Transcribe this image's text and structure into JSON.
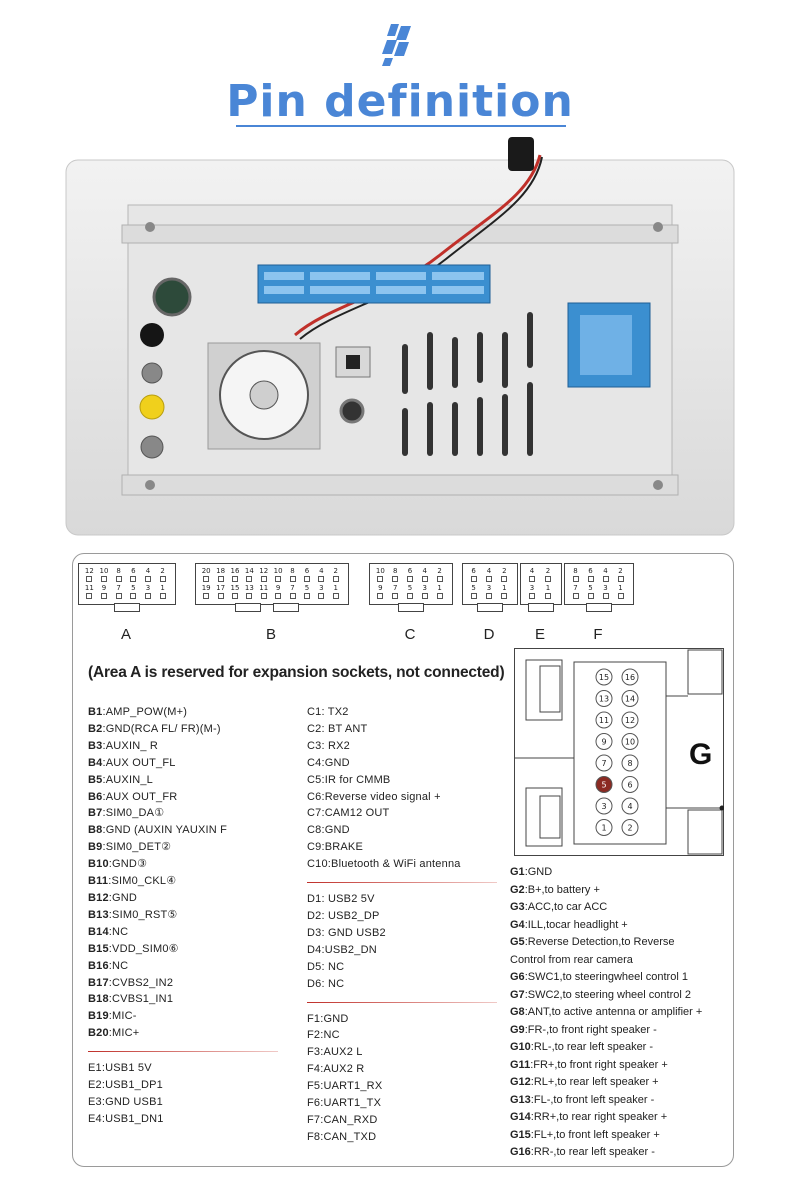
{
  "header": {
    "title": "Pin definition"
  },
  "connectors": [
    {
      "label": "A",
      "top": [
        "12",
        "10",
        "8",
        "6",
        "4",
        "2"
      ],
      "bottom": [
        "11",
        "9",
        "7",
        "5",
        "3",
        "1"
      ]
    },
    {
      "label": "B",
      "top": [
        "20",
        "18",
        "16",
        "14",
        "12",
        "10",
        "8",
        "6",
        "4",
        "2"
      ],
      "bottom": [
        "19",
        "17",
        "15",
        "13",
        "11",
        "9",
        "7",
        "5",
        "3",
        "1"
      ]
    },
    {
      "label": "C",
      "top": [
        "10",
        "8",
        "6",
        "4",
        "2"
      ],
      "bottom": [
        "9",
        "7",
        "5",
        "3",
        "1"
      ]
    },
    {
      "label": "D",
      "top": [
        "6",
        "4",
        "2"
      ],
      "bottom": [
        "5",
        "3",
        "1"
      ]
    },
    {
      "label": "E",
      "top": [
        "4",
        "2"
      ],
      "bottom": [
        "3",
        "1"
      ]
    },
    {
      "label": "F",
      "top": [
        "8",
        "6",
        "4",
        "2"
      ],
      "bottom": [
        "7",
        "5",
        "3",
        "1"
      ]
    }
  ],
  "note": "(Area A is reserved for expansion sockets, not connected)",
  "b_pins": [
    {
      "id": "B1",
      "desc": ":AMP_POW(M+)"
    },
    {
      "id": "B2",
      "desc": ":GND(RCA FL/ FR)(M-)"
    },
    {
      "id": "B3",
      "desc": ":AUXIN_ R"
    },
    {
      "id": "B4",
      "desc": ":AUX OUT_FL"
    },
    {
      "id": "B5",
      "desc": ":AUXIN_L"
    },
    {
      "id": "B6",
      "desc": ":AUX OUT_FR"
    },
    {
      "id": "B7",
      "desc": ":SIM0_DA①"
    },
    {
      "id": "B8",
      "desc": ":GND (AUXIN YAUXIN F"
    },
    {
      "id": "B9",
      "desc": ":SIM0_DET②"
    },
    {
      "id": "B10",
      "desc": ":GND③"
    },
    {
      "id": "B11",
      "desc": ":SIM0_CKL④"
    },
    {
      "id": "B12",
      "desc": ":GND"
    },
    {
      "id": "B13",
      "desc": ":SIM0_RST⑤"
    },
    {
      "id": "B14",
      "desc": ":NC"
    },
    {
      "id": "B15",
      "desc": ":VDD_SIM0⑥"
    },
    {
      "id": "B16",
      "desc": ":NC"
    },
    {
      "id": "B17",
      "desc": ":CVBS2_IN2"
    },
    {
      "id": "B18",
      "desc": ":CVBS1_IN1"
    },
    {
      "id": "B19",
      "desc": ":MIC-"
    },
    {
      "id": "B20",
      "desc": ":MIC+"
    }
  ],
  "e_pins": [
    "E1:USB1 5V",
    "E2:USB1_DP1",
    "E3:GND USB1",
    "E4:USB1_DN1"
  ],
  "c_pins": [
    "C1: TX2",
    "C2: BT ANT",
    "C3: RX2",
    "C4:GND",
    "C5:IR for CMMB",
    "C6:Reverse video signal +",
    "C7:CAM12 OUT",
    "C8:GND",
    "C9:BRAKE",
    "C10:Bluetooth & WiFi antenna"
  ],
  "d_pins": [
    "D1: USB2 5V",
    "D2: USB2_DP",
    "D3: GND USB2",
    "D4:USB2_DN",
    "D5: NC",
    "D6: NC"
  ],
  "f_pins": [
    "F1:GND",
    "F2:NC",
    "F3:AUX2 L",
    "F4:AUX2 R",
    "F5:UART1_RX",
    "F6:UART1_TX",
    "F7:CAN_RXD",
    "F8:CAN_TXD"
  ],
  "g_connector": {
    "label": "G",
    "pin_rows": [
      [
        "15",
        "16"
      ],
      [
        "13",
        "14"
      ],
      [
        "11",
        "12"
      ],
      [
        "9",
        "10"
      ],
      [
        "7",
        "8"
      ],
      [
        "5",
        "6"
      ],
      [
        "3",
        "4"
      ],
      [
        "1",
        "2"
      ]
    ],
    "highlight_pin": "5",
    "highlight_color": "#8b2a22"
  },
  "g_pins": [
    {
      "id": "G1",
      "desc": ":GND"
    },
    {
      "id": "G2",
      "desc": ":B+,to battery +"
    },
    {
      "id": "G3",
      "desc": ":ACC,to car ACC"
    },
    {
      "id": "G4",
      "desc": ":ILL,tocar headlight +"
    },
    {
      "id": "G5",
      "desc": ":Reverse Detection,to Reverse"
    },
    {
      "id": "",
      "desc": "Control from rear camera"
    },
    {
      "id": "G6",
      "desc": ":SWC1,to steeringwheel control 1"
    },
    {
      "id": "G7",
      "desc": ":SWC2,to steering wheel control 2"
    },
    {
      "id": "G8",
      "desc": ":ANT,to active antenna or amplifier +"
    },
    {
      "id": "G9",
      "desc": ":FR-,to front right speaker -"
    },
    {
      "id": "G10",
      "desc": ":RL-,to rear left speaker -"
    },
    {
      "id": "G11",
      "desc": ":FR+,to front right speaker +"
    },
    {
      "id": "G12",
      "desc": ":RL+,to rear left speaker +"
    },
    {
      "id": "G13",
      "desc": ":FL-,to front left speaker -"
    },
    {
      "id": "G14",
      "desc": ":RR+,to rear right speaker +"
    },
    {
      "id": "G15",
      "desc": ":FL+,to front left speaker +"
    },
    {
      "id": "G16",
      "desc": ":RR-,to rear left speaker -"
    }
  ],
  "colors": {
    "accent": "#4a86d6",
    "connector_blue": "#3b8fd0",
    "wire_red": "#c0302a",
    "divider_red": "#c0302a"
  }
}
